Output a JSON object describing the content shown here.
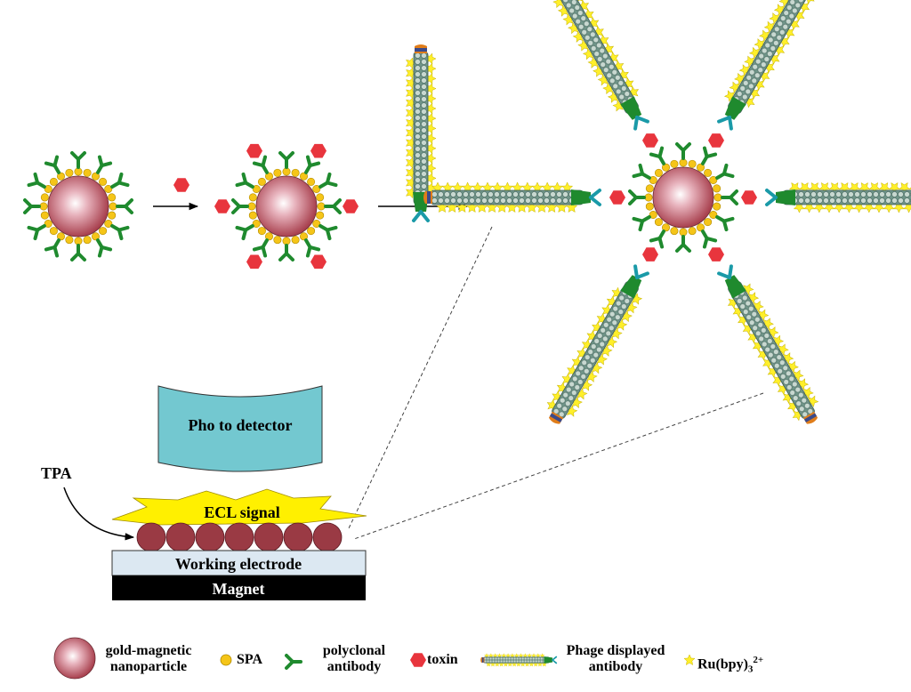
{
  "labels": {
    "detector": "Pho to detector",
    "ecl_signal": "ECL signal",
    "electrode": "Working electrode",
    "magnet": "Magnet",
    "tpa": "TPA"
  },
  "legend": {
    "nanoparticle_line1": "gold-magnetic",
    "nanoparticle_line2": "nanoparticle",
    "spa": "SPA",
    "antibody_line1": "polyclonal",
    "antibody_line2": "antibody",
    "toxin": "toxin",
    "phage_line1": "Phage displayed",
    "phage_line2": "antibody",
    "ru_base": "Ru(bpy)",
    "ru_sub": "3",
    "ru_sup": "2+"
  },
  "colors": {
    "nanoparticle": "#c06070",
    "spa": "#f5c518",
    "antibody": "#1f8a2e",
    "toxin": "#e8353d",
    "phage_body": "#8fb0a8",
    "phage_tip": "#e07d1a",
    "phage_receptor": "#1a9aa8",
    "ruthenium": "#ffef2a",
    "ecl": "#fff000",
    "detector": "#73c8d0",
    "electrode": "#dce8f2",
    "magnet": "#000000",
    "electrode_bead": "#9a3a44"
  },
  "icons": [
    "nanoparticle-icon",
    "spa-icon",
    "antibody-icon",
    "toxin-icon",
    "phage-icon",
    "ruthenium-star-icon",
    "arrow-icon"
  ]
}
